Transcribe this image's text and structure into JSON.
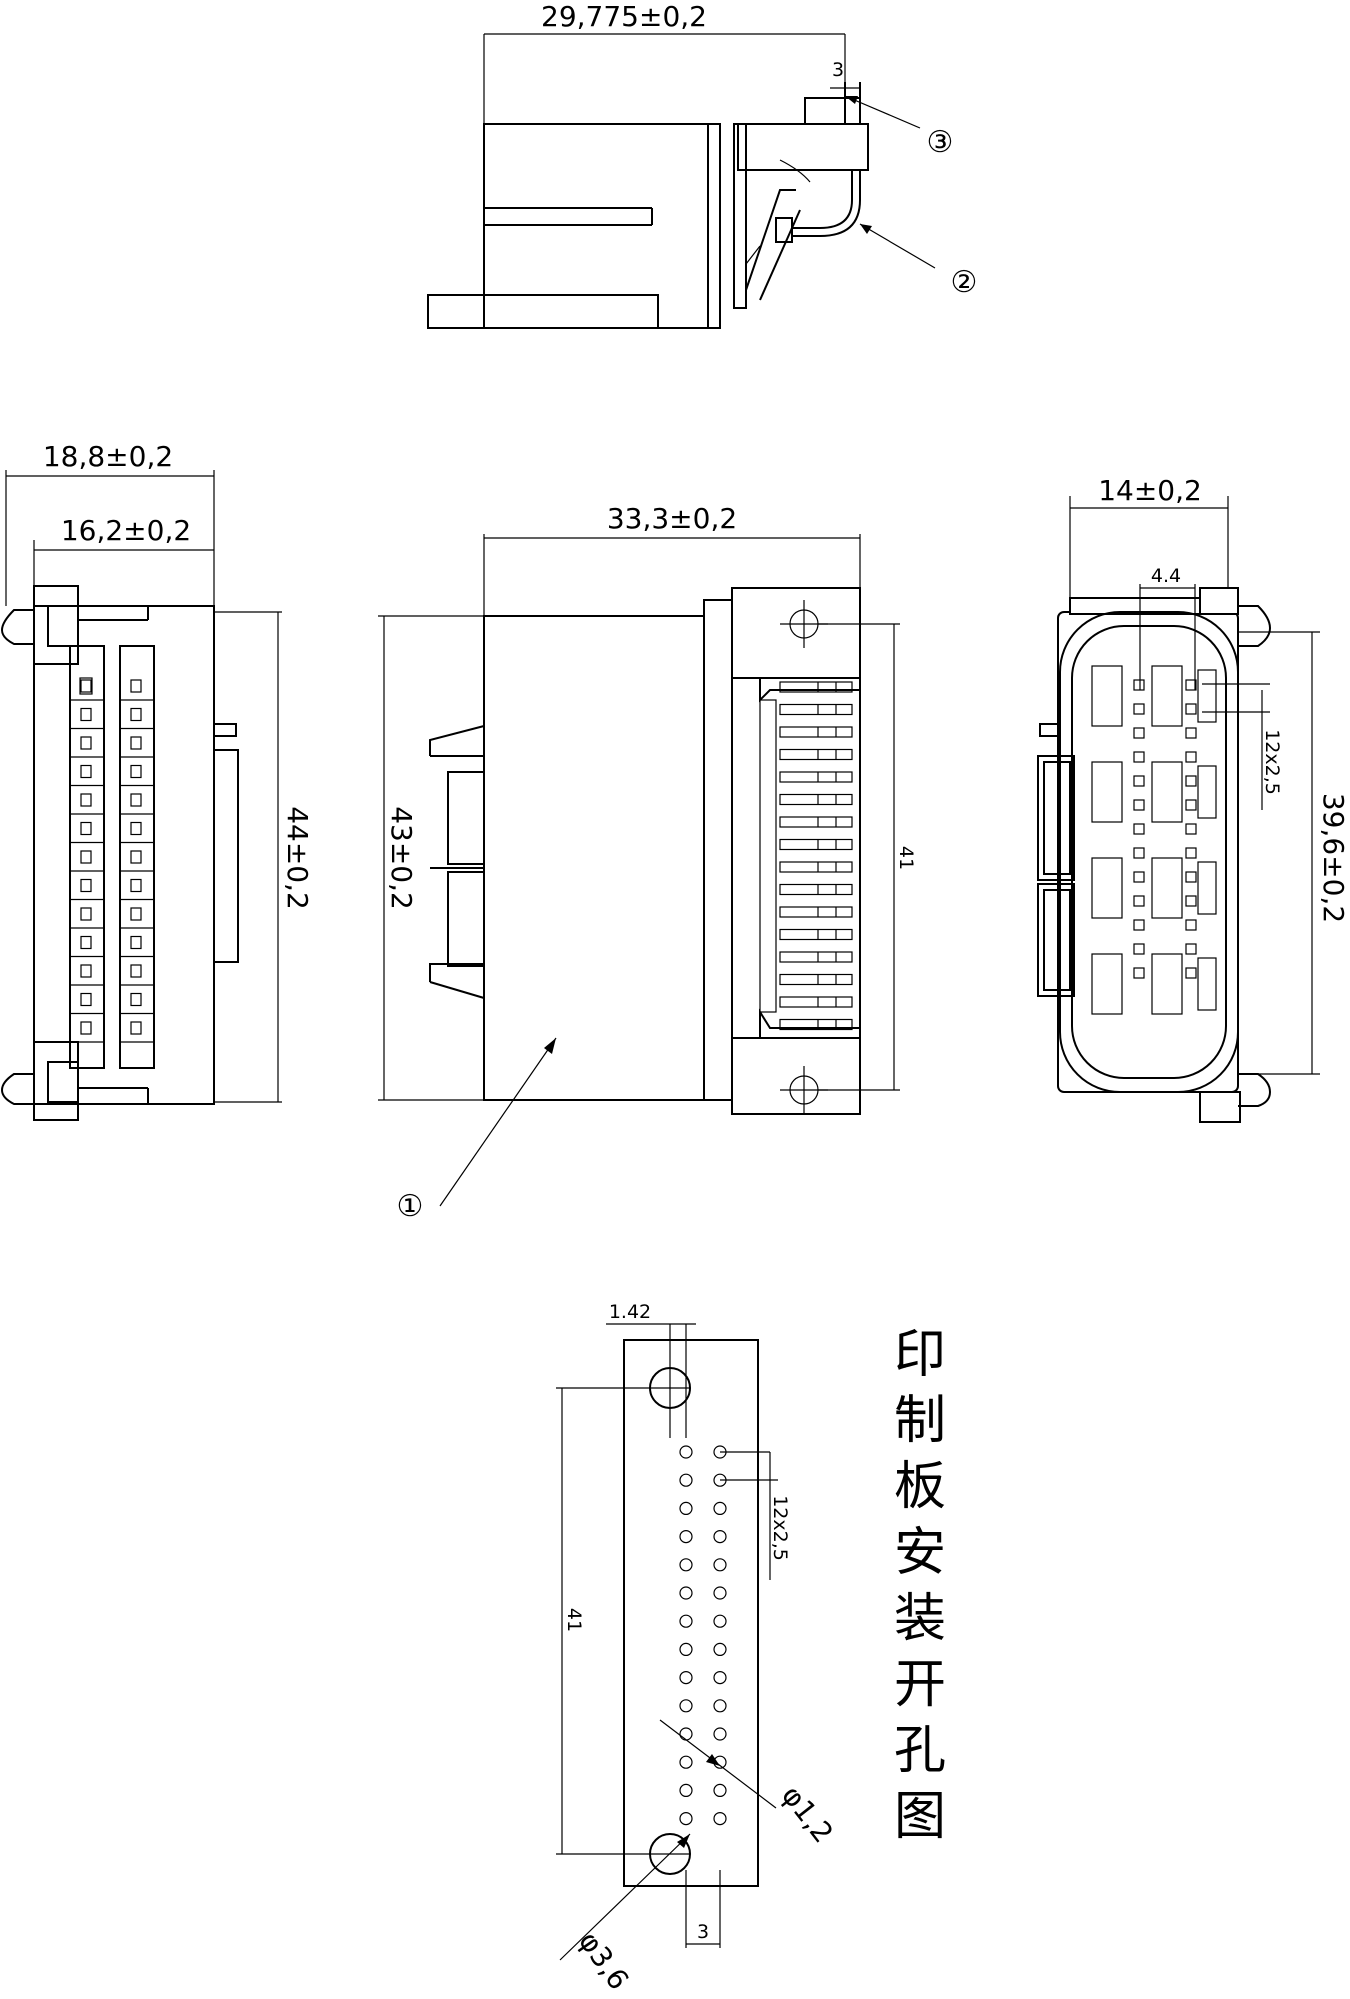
{
  "colors": {
    "line": "#000000",
    "background": "#ffffff"
  },
  "side_view": {
    "dim_width": "29,775±0,2",
    "dim_pin_spacing": "3",
    "callout_3": "③",
    "callout_2": "②"
  },
  "end_view": {
    "dim_outer_width": "18,8±0,2",
    "dim_inner_width": "16,2±0,2",
    "dim_height": "44±0,2"
  },
  "front_view": {
    "dim_depth": "33,3±0,2",
    "dim_body_height": "43±0,2",
    "dim_hole_spacing": "41",
    "callout_1": "①"
  },
  "face_view": {
    "dim_width": "14±0,2",
    "dim_cavity_pitch": "4.4",
    "dim_pitch": "12x2,5",
    "dim_height": "39,6±0,2"
  },
  "pcb_layout": {
    "dim_offset": "1.42",
    "dim_pitch": "12x2,5",
    "dim_hole_spacing": "41",
    "dim_pin_hole": "φ1,2",
    "dim_mount_hole": "φ3,6",
    "dim_row_spacing": "3",
    "caption": "印制板安装开孔图"
  }
}
